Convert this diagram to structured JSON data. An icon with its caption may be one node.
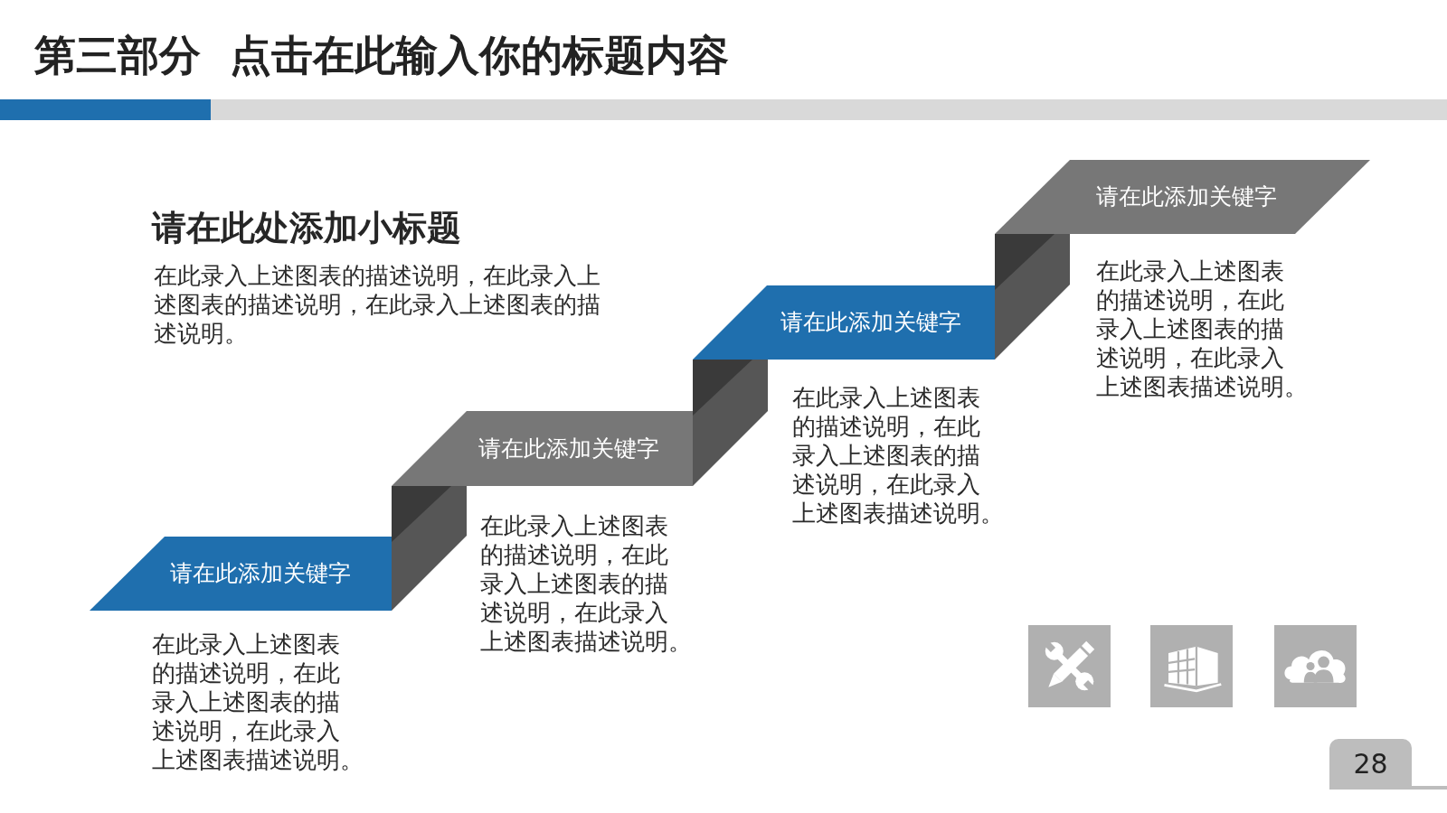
{
  "diagram": {
    "title": "第三部分 点击在此输入你的标题内容",
    "nodes": [
      {
        "text": [
          "请在此添加关键字"
        ],
        "beside": [
          "在此录入上述图表的描述说明，在此录入上述图表的描述说明，在此录入上述图表描述说明。"
        ]
      },
      {
        "text": [
          "请在此添加关键字"
        ],
        "beside": [
          "在此录入上述图表的描述说明，在此录入上述图表的描述说明，在此录入上述图表描述说明。"
        ]
      },
      {
        "text": [
          "请在此添加关键字"
        ],
        "beside": [
          "在此录入上述图表的描述说明，在此录入上述图表的描述说明，在此录入上述图表描述说明。"
        ]
      },
      {
        "text": [
          "请在此添加关键字"
        ],
        "beside": [
          "在此录入上述图表的描述说明，在此录入上述图表的描述说明，在此录入上述图表描述说明。"
        ]
      }
    ],
    "labels": [
      "请在此处添加小标题",
      "在此录入上述图表的描述说明，在此录入上述图表的描述说明，在此录入上述图表的描述说明。",
      "28"
    ]
  }
}
